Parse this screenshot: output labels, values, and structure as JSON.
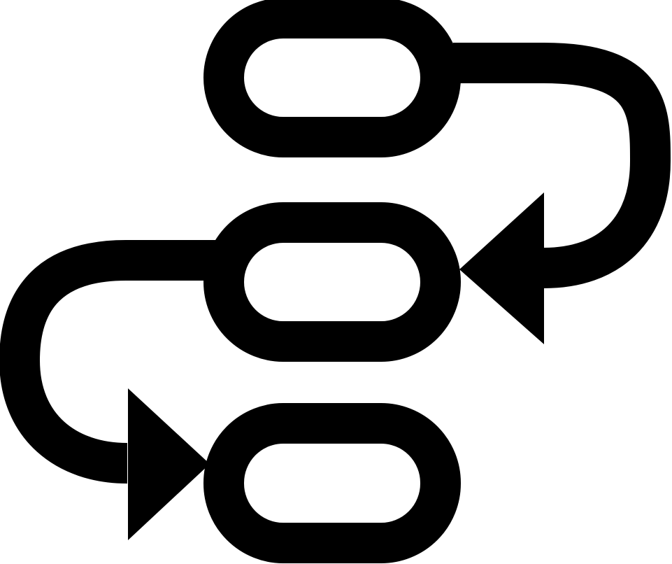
{
  "diagram": {
    "type": "flowchart-icon",
    "nodes": [
      {
        "id": "node-1",
        "shape": "pill",
        "label": ""
      },
      {
        "id": "node-2",
        "shape": "pill",
        "label": ""
      },
      {
        "id": "node-3",
        "shape": "pill",
        "label": ""
      }
    ],
    "edges": [
      {
        "from": "node-1",
        "to": "node-2",
        "style": "curved-arrow"
      },
      {
        "from": "node-2",
        "to": "node-3",
        "style": "curved-arrow"
      }
    ]
  },
  "colors": {
    "foreground": "#000000",
    "background": "#ffffff"
  }
}
